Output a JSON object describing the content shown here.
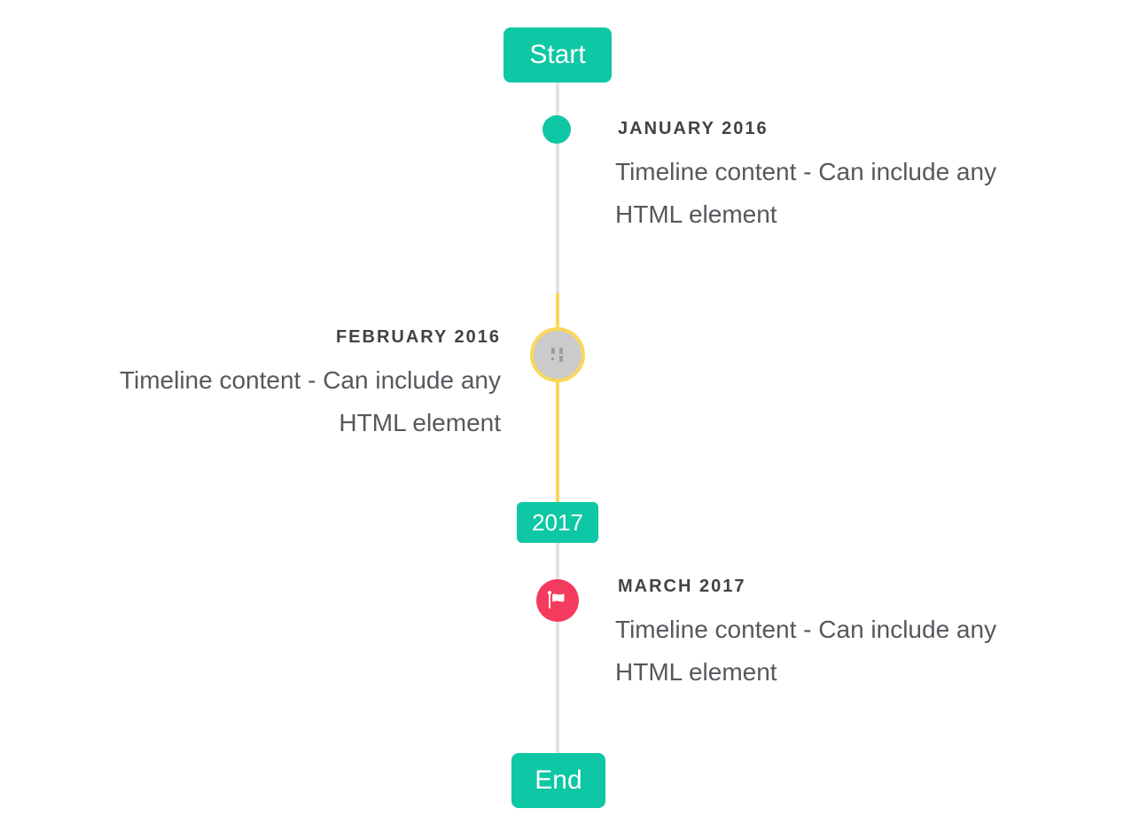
{
  "timeline": {
    "start_label": "Start",
    "end_label": "End",
    "year_badge": "2017",
    "items": [
      {
        "date": "JANUARY 2016",
        "content_line1": "Timeline content - Can include any",
        "content_line2": "HTML element",
        "side": "right",
        "marker": "dot"
      },
      {
        "date": "FEBRUARY 2016",
        "content_line1": "Timeline content - Can include any",
        "content_line2": "HTML element",
        "side": "left",
        "marker": "image-circle"
      },
      {
        "date": "MARCH 2017",
        "content_line1": "Timeline content - Can include any",
        "content_line2": "HTML element",
        "side": "right",
        "marker": "flag-circle"
      }
    ],
    "colors": {
      "accent_teal": "#0ec7a4",
      "highlight_yellow": "#f9d75b",
      "marker_red": "#f43b5e",
      "line_gray": "#e3e3e4",
      "circle_gray": "#cbcbcb",
      "label_text": "#3f4347",
      "body_text": "#55595d"
    }
  }
}
